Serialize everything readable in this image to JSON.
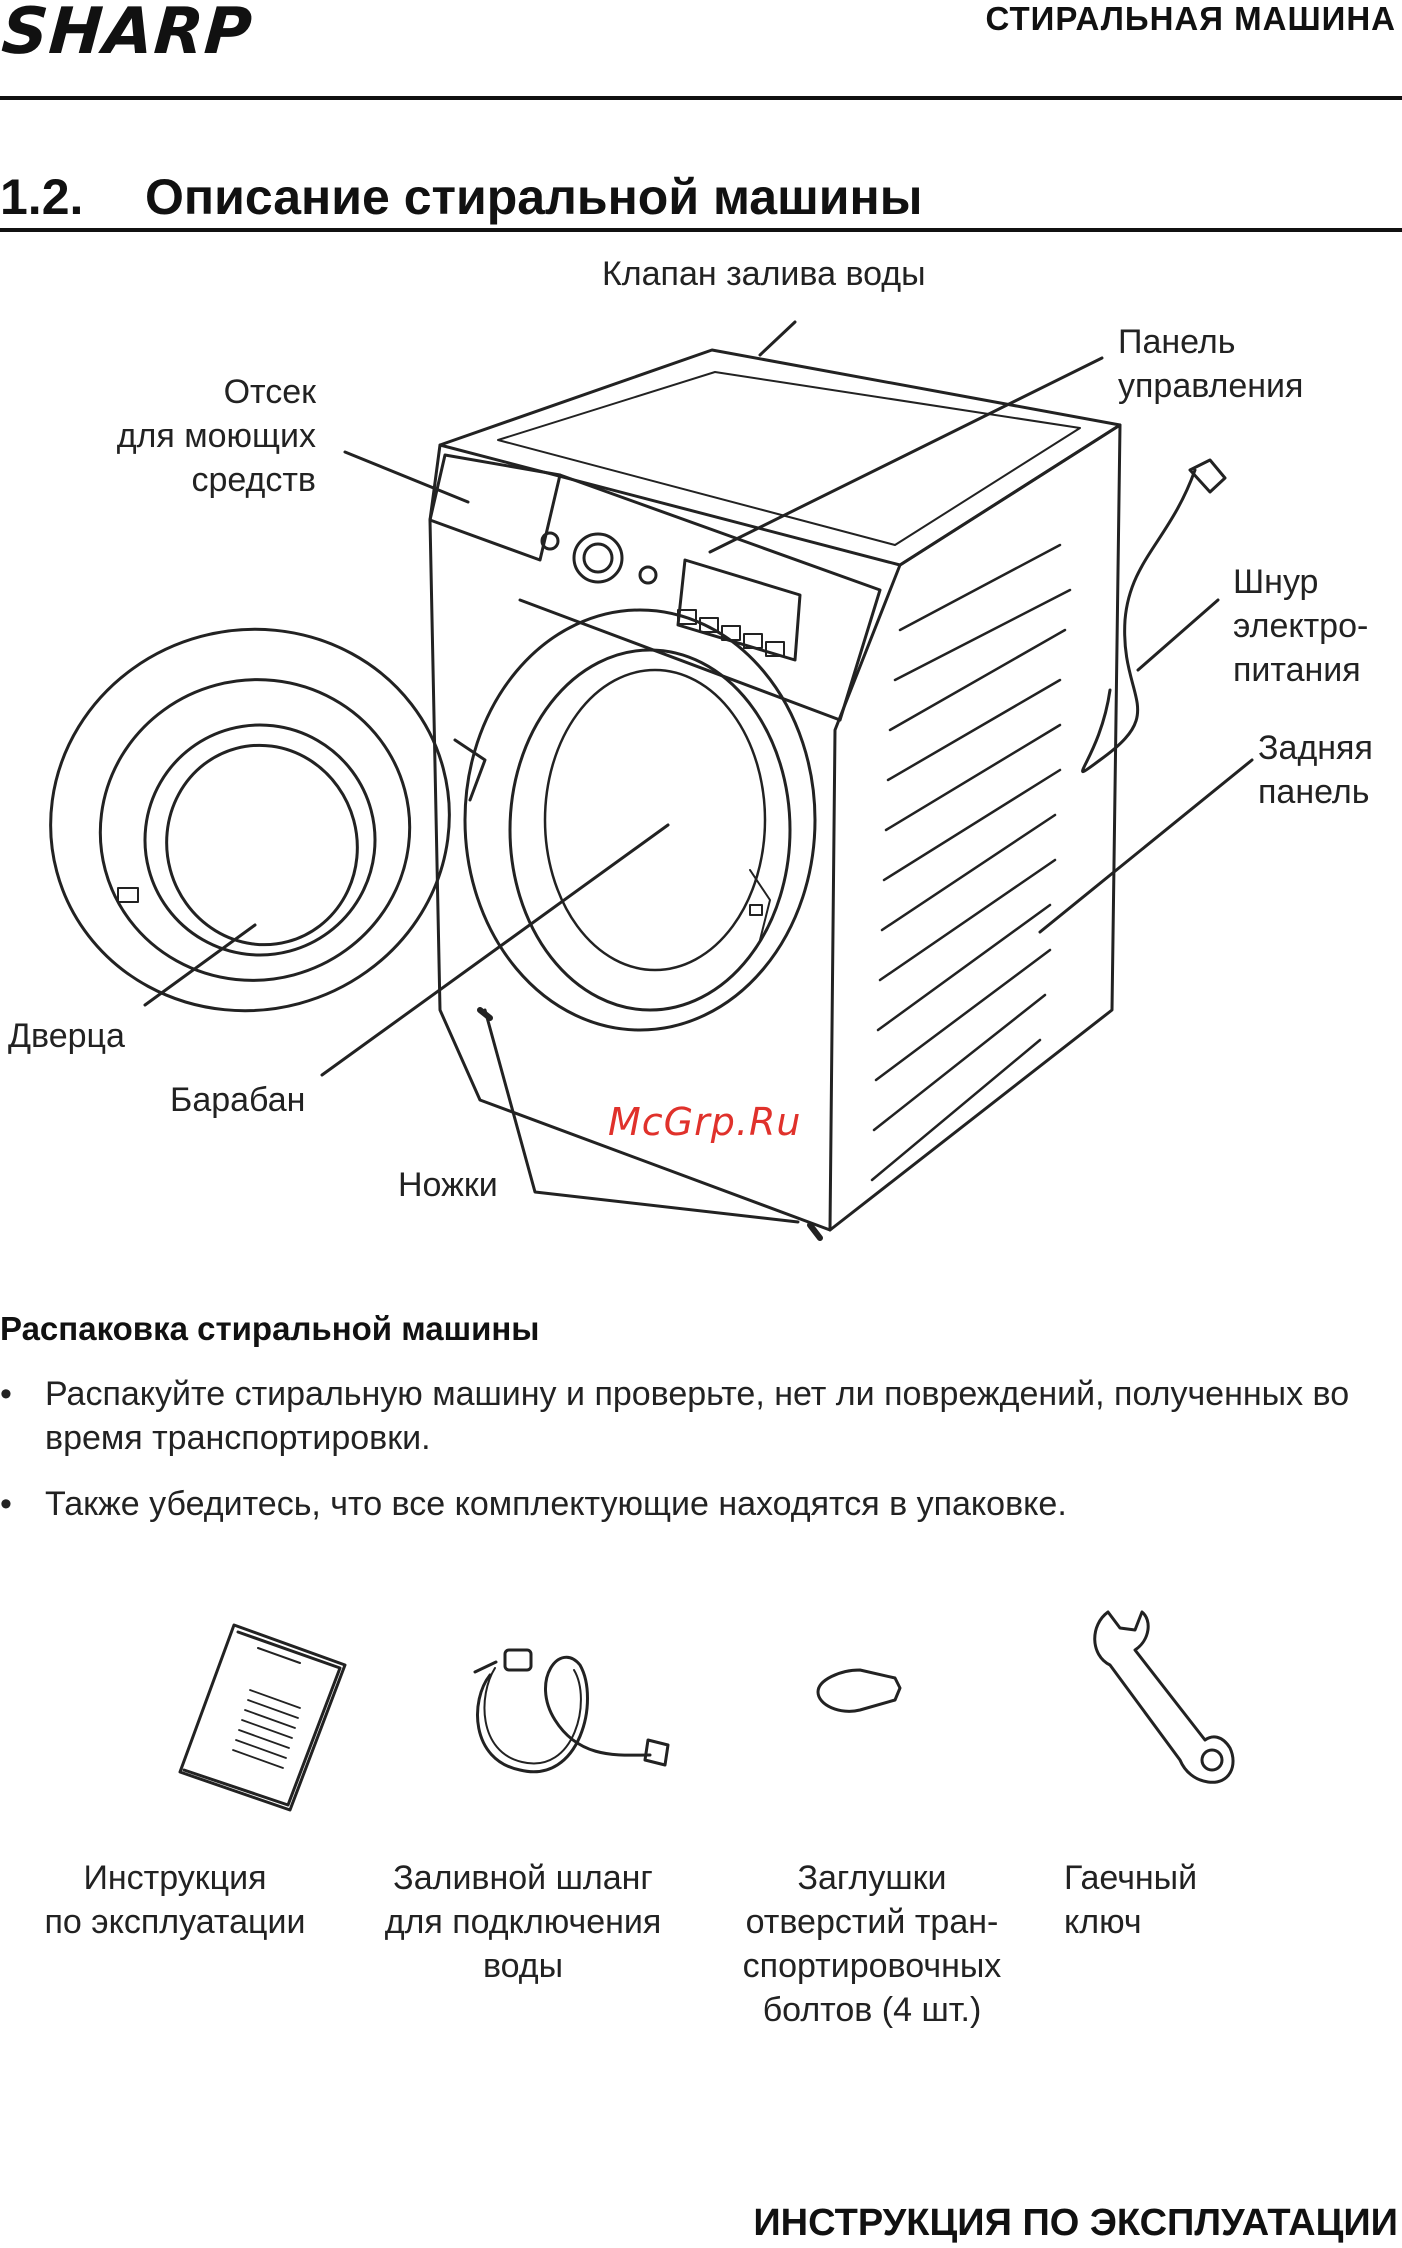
{
  "header": {
    "brand": "SHARP",
    "title": "СТИРАЛЬНАЯ МАШИНА"
  },
  "section": {
    "number": "1.2.",
    "title": "Описание стиральной машины"
  },
  "diagram_labels": {
    "valve": "Клапан залива воды",
    "detergent": "Отсек\nдля моющих\nсредств",
    "control_panel": "Панель\nуправления",
    "power_cord": "Шнур\nэлектро-\nпитания",
    "back_panel": "Задняя\nпанель",
    "door": "Дверца",
    "drum": "Барабан",
    "legs": "Ножки"
  },
  "watermark": "McGrp.Ru",
  "unpacking": {
    "heading": "Распаковка стиральной машины",
    "bullets": [
      "Распакуйте стиральную машину и проверьте, нет ли повреждений, полученных во время транспортировки.",
      "Также убедитесь, что все комплектующие находятся в упаковке."
    ]
  },
  "accessories": [
    {
      "label": "Инструкция\nпо эксплуатации",
      "icon": "manual-icon"
    },
    {
      "label": "Заливной шланг\nдля подключения\nводы",
      "icon": "hose-icon"
    },
    {
      "label": "Заглушки\nотверстий тран-\nспортировочных\nболтов (4 шт.)",
      "icon": "plug-cap-icon"
    },
    {
      "label": "Гаечный\nключ",
      "icon": "wrench-icon"
    }
  ],
  "footer": {
    "text": "ИНСТРУКЦИЯ ПО ЭКСПЛУАТАЦИИ"
  }
}
